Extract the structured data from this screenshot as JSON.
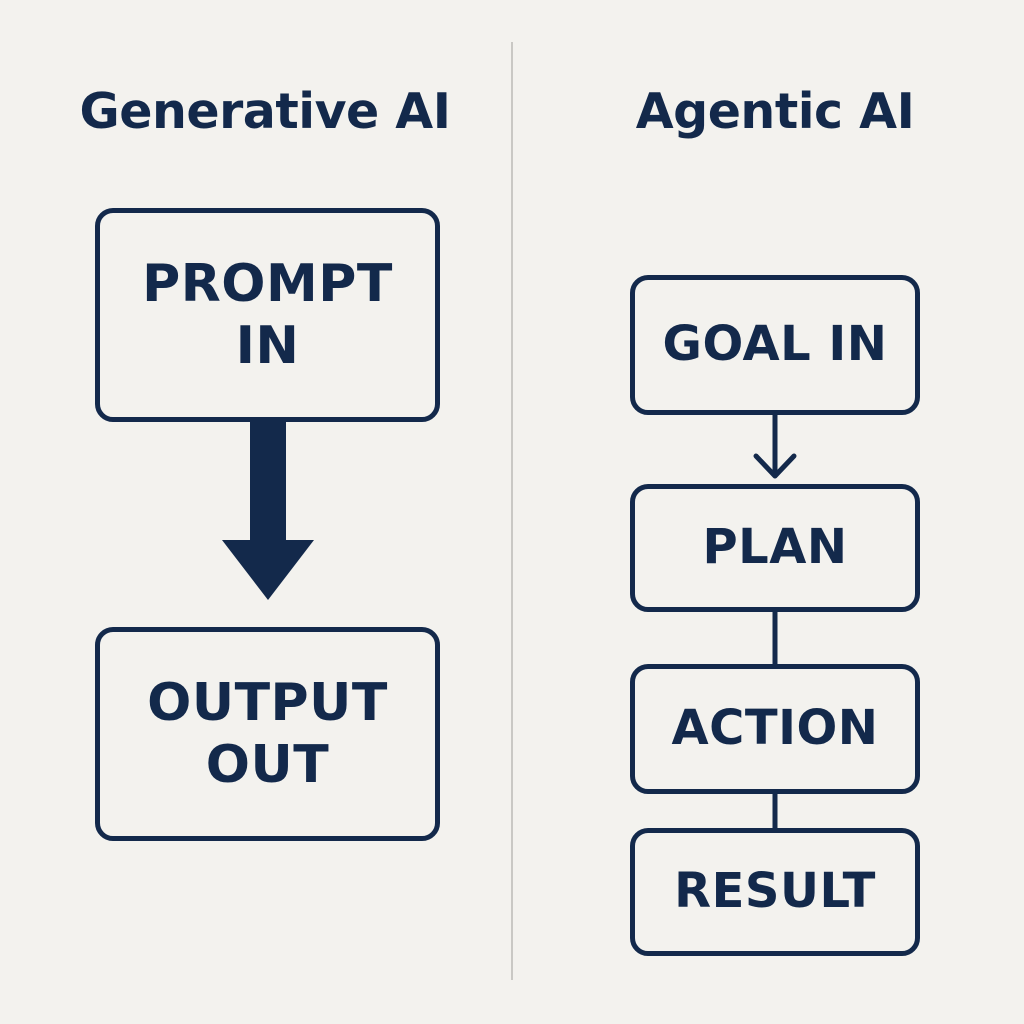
{
  "left_panel": {
    "title": "Generative AI",
    "boxes": [
      {
        "label": "PROMPT\nIN"
      },
      {
        "label": "OUTPUT\nOUT"
      }
    ]
  },
  "right_panel": {
    "title": "Agentic AI",
    "boxes": [
      {
        "label": "GOAL IN"
      },
      {
        "label": "PLAN"
      },
      {
        "label": "ACTION"
      },
      {
        "label": "RESULT"
      }
    ]
  },
  "colors": {
    "background": "#f3f2ee",
    "ink": "#13294b",
    "divider": "#c9c8c4"
  }
}
